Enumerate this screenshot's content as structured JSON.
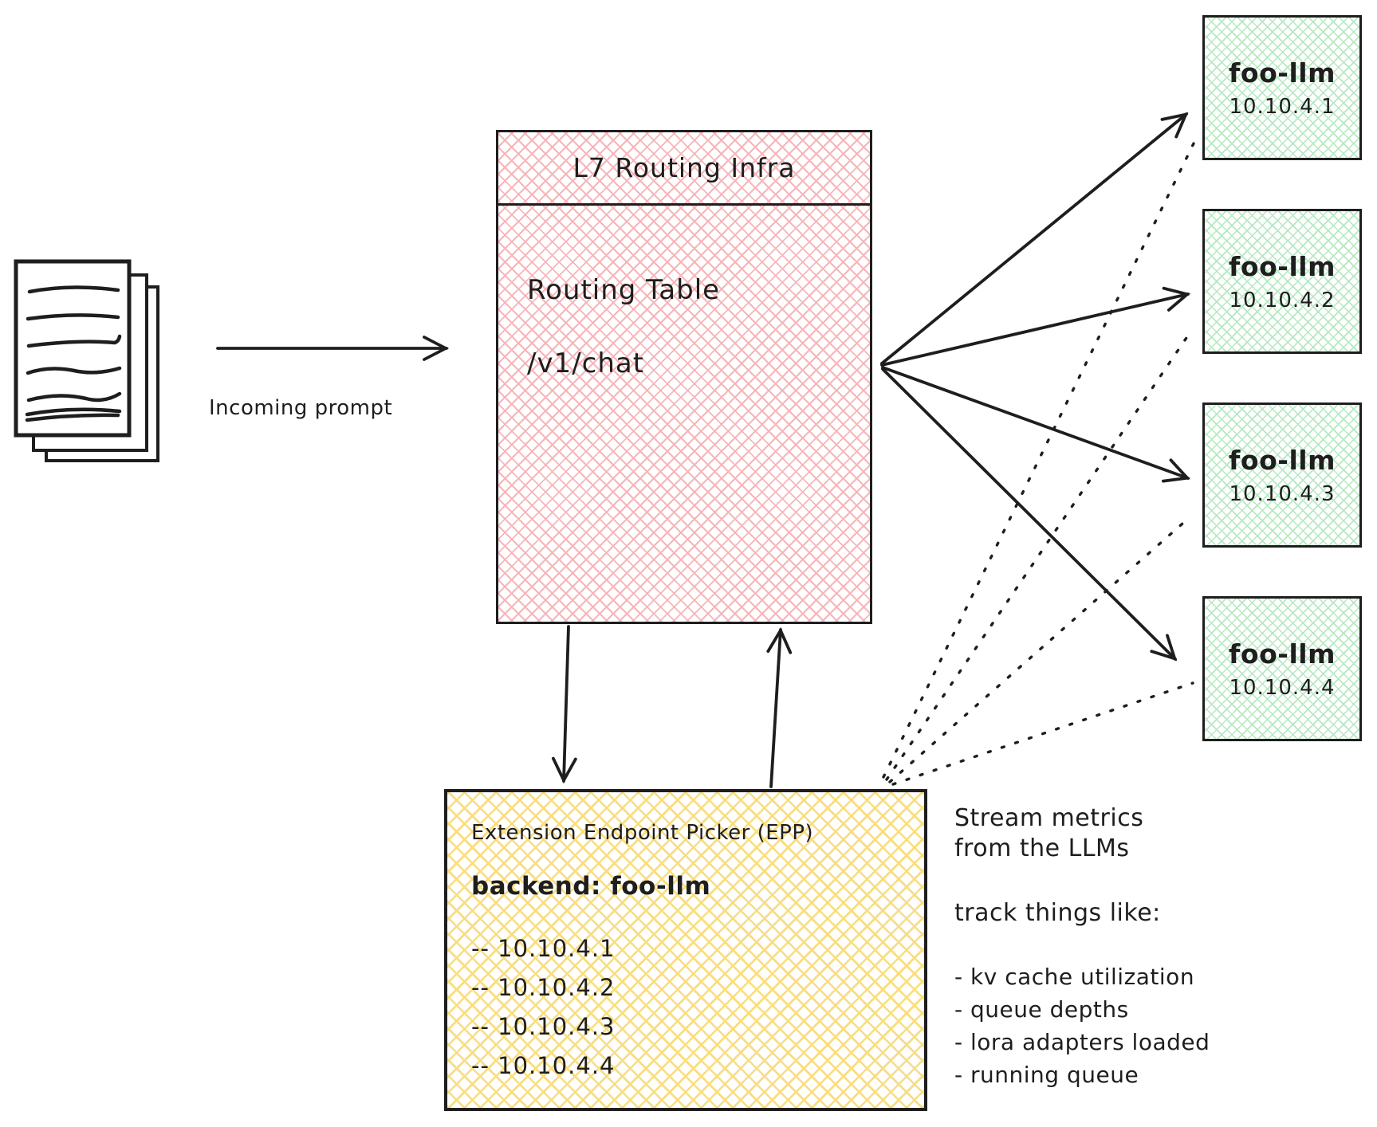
{
  "diagram": {
    "incoming": {
      "caption": "Incoming prompt",
      "icon": "document-stack-icon"
    },
    "router": {
      "title": "L7 Routing Infra",
      "table_label": "Routing Table",
      "route": "/v1/chat"
    },
    "backends": [
      {
        "name": "foo-llm",
        "ip": "10.10.4.1"
      },
      {
        "name": "foo-llm",
        "ip": "10.10.4.2"
      },
      {
        "name": "foo-llm",
        "ip": "10.10.4.3"
      },
      {
        "name": "foo-llm",
        "ip": "10.10.4.4"
      }
    ],
    "epp": {
      "title": "Extension Endpoint Picker (EPP)",
      "backend_line": "backend: foo-llm",
      "endpoints": [
        "-- 10.10.4.1",
        "-- 10.10.4.2",
        "-- 10.10.4.3",
        "-- 10.10.4.4"
      ]
    },
    "notes": {
      "stream_line1": "Stream metrics",
      "stream_line2": "from the LLMs",
      "track_heading": "track things like:",
      "items": [
        "- kv cache utilization",
        "- queue depths",
        "- lora adapters loaded",
        "- running queue"
      ]
    },
    "colors": {
      "stroke": "#1e1e1e",
      "router_hatch": "#f6b6ba",
      "backend_hatch": "#b5e8c0",
      "epp_hatch": "#f9dd7f"
    }
  }
}
